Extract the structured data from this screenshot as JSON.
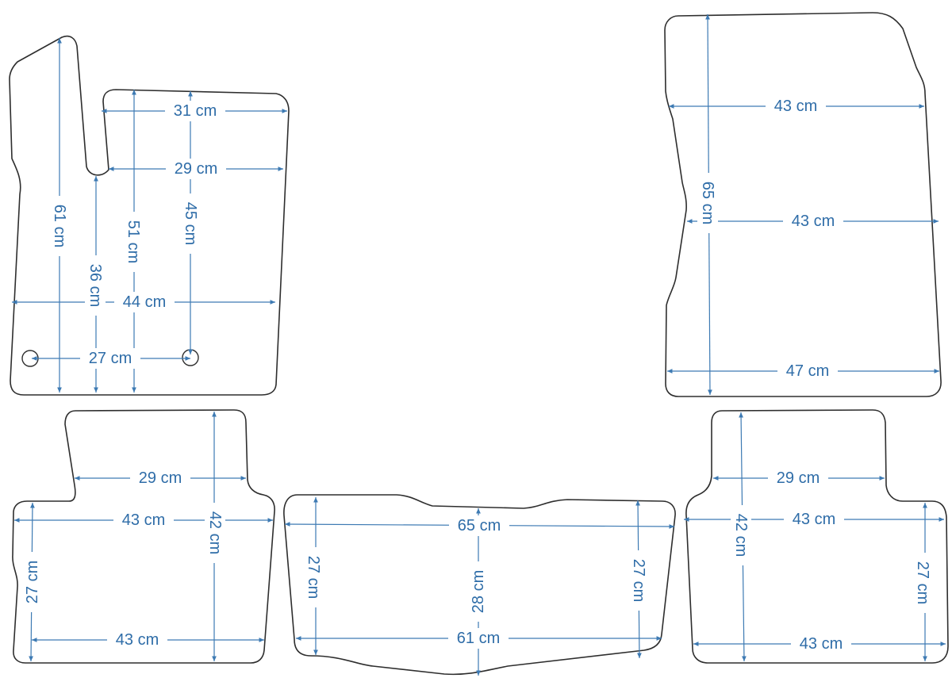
{
  "accent_color": "#3d7ab3",
  "outline_color": "#2e2e2e",
  "mats": [
    {
      "name": "front-left-mat",
      "dimensions": [
        {
          "id": "fl-top-width",
          "label": "31 cm"
        },
        {
          "id": "fl-mid-width",
          "label": "29 cm"
        },
        {
          "id": "fl-overall-height",
          "label": "61 cm"
        },
        {
          "id": "fl-inner-height",
          "label": "36 cm"
        },
        {
          "id": "fl-body-height",
          "label": "51 cm"
        },
        {
          "id": "fl-hole-height",
          "label": "45 cm"
        },
        {
          "id": "fl-overall-width",
          "label": "44 cm"
        },
        {
          "id": "fl-hole-spacing",
          "label": "27 cm"
        }
      ]
    },
    {
      "name": "front-right-mat",
      "dimensions": [
        {
          "id": "fr-top-width",
          "label": "43 cm"
        },
        {
          "id": "fr-mid-width",
          "label": "43 cm"
        },
        {
          "id": "fr-bottom-width",
          "label": "47 cm"
        },
        {
          "id": "fr-height",
          "label": "65 cm"
        }
      ]
    },
    {
      "name": "rear-left-mat",
      "dimensions": [
        {
          "id": "rl-top-width",
          "label": "29 cm"
        },
        {
          "id": "rl-mid-width",
          "label": "43 cm"
        },
        {
          "id": "rl-bottom-width",
          "label": "43 cm"
        },
        {
          "id": "rl-height",
          "label": "42 cm"
        },
        {
          "id": "rl-lower-height",
          "label": "27 cm"
        }
      ]
    },
    {
      "name": "rear-middle-mat",
      "dimensions": [
        {
          "id": "rm-top-width",
          "label": "65 cm"
        },
        {
          "id": "rm-bottom-width",
          "label": "61 cm"
        },
        {
          "id": "rm-left-height",
          "label": "27 cm"
        },
        {
          "id": "rm-center-height",
          "label": "28 cm"
        },
        {
          "id": "rm-right-height",
          "label": "27 cm"
        }
      ]
    },
    {
      "name": "rear-right-mat",
      "dimensions": [
        {
          "id": "rr-top-width",
          "label": "29 cm"
        },
        {
          "id": "rr-mid-width",
          "label": "43 cm"
        },
        {
          "id": "rr-bottom-width",
          "label": "43 cm"
        },
        {
          "id": "rr-height",
          "label": "42 cm"
        },
        {
          "id": "rr-lower-height",
          "label": "27 cm"
        }
      ]
    }
  ]
}
